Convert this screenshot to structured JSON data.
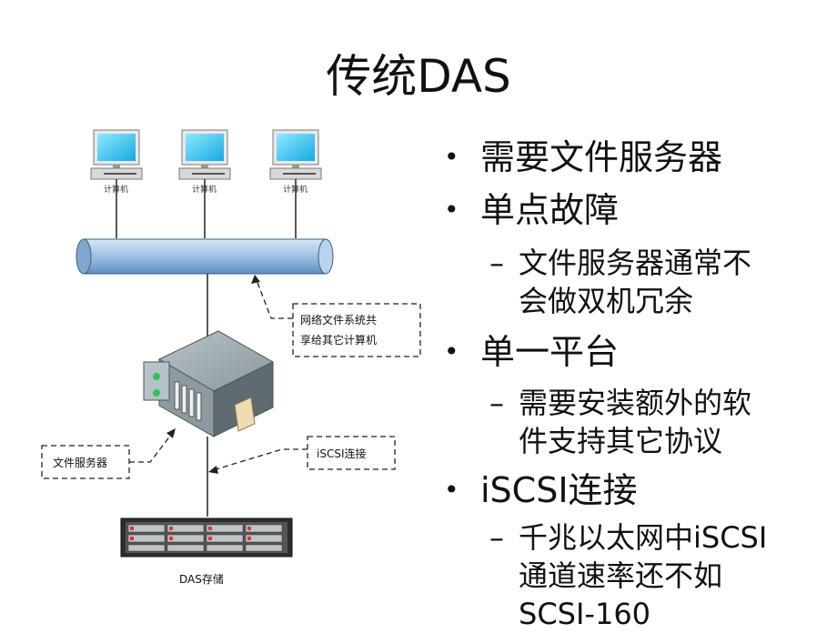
{
  "slide": {
    "title": "传统DAS"
  },
  "diagram": {
    "computer_label": "计算机",
    "callout_share": [
      "网络文件系统共",
      "享给其它计算机"
    ],
    "callout_server": "文件服务器",
    "callout_iscsi": "iSCSI连接",
    "storage_label": "DAS存储"
  },
  "bullets": [
    {
      "text": "需要文件服务器",
      "subs": []
    },
    {
      "text": "单点故障",
      "subs": [
        [
          "文件服务器通常不",
          "会做双机冗余"
        ]
      ]
    },
    {
      "text": "单一平台",
      "subs": [
        [
          "需要安装额外的软",
          "件支持其它协议"
        ]
      ]
    },
    {
      "text": "iSCSI连接",
      "subs": [
        [
          "千兆以太网中iSCSI",
          "通道速率还不如",
          "SCSI-160"
        ]
      ]
    }
  ],
  "colors": {
    "monitor_screen": "#3fd0ff",
    "pipe_blue": "#9cc0e4",
    "server_grey": "#6d7a80"
  }
}
